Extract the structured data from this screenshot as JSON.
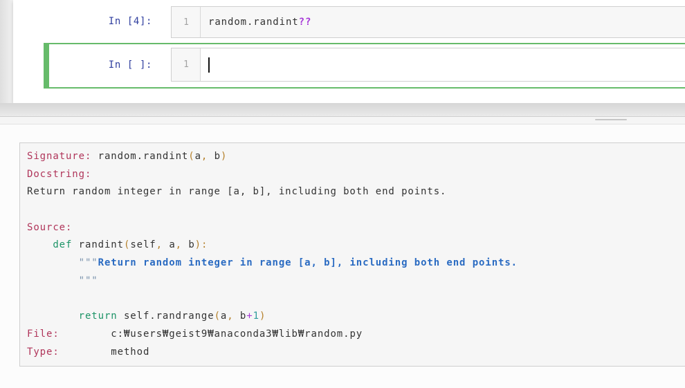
{
  "colors": {
    "default": "#333333",
    "label": "#b0355a",
    "keyword": "#1d9467",
    "docstring": "#2a6bc2",
    "quote": "#7a93ad",
    "punct": "#b5802a",
    "operator": "#a638d6",
    "number": "#2f9c9c",
    "magic": "#a73ad9",
    "prompt": "#303F9F",
    "selected_cell_border": "#66BB6A"
  },
  "notebook": {
    "cells": [
      {
        "prompt": "In [4]:",
        "line_number": "1",
        "selected": false,
        "code_segments": [
          {
            "text": "random.randint",
            "color": "default"
          },
          {
            "text": "??",
            "color": "magic",
            "bold": true
          }
        ]
      },
      {
        "prompt": "In [ ]:",
        "line_number": "1",
        "selected": true,
        "code_segments": []
      }
    ]
  },
  "pager": {
    "lines": [
      [
        {
          "text": "Signature: ",
          "color": "label"
        },
        {
          "text": "random.randint",
          "color": "default"
        },
        {
          "text": "(",
          "color": "punct"
        },
        {
          "text": "a",
          "color": "default"
        },
        {
          "text": ",",
          "color": "punct"
        },
        {
          "text": " b",
          "color": "default"
        },
        {
          "text": ")",
          "color": "punct"
        }
      ],
      [
        {
          "text": "Docstring:",
          "color": "label"
        }
      ],
      [
        {
          "text": "Return random integer in range [a, b], including both end points.",
          "color": "default"
        }
      ],
      [],
      [
        {
          "text": "Source:",
          "color": "label"
        }
      ],
      [
        {
          "text": "    ",
          "color": "default",
          "cls": "w1"
        },
        {
          "text": "def",
          "color": "keyword",
          "cls": "w1"
        },
        {
          "text": " randint",
          "color": "default",
          "cls": "w1"
        },
        {
          "text": "(",
          "color": "punct",
          "cls": "w1"
        },
        {
          "text": "self",
          "color": "default",
          "cls": "w1"
        },
        {
          "text": ",",
          "color": "punct",
          "cls": "w1"
        },
        {
          "text": " a",
          "color": "default",
          "cls": "w1"
        },
        {
          "text": ",",
          "color": "punct",
          "cls": "w1"
        },
        {
          "text": " b",
          "color": "default",
          "cls": "w1"
        },
        {
          "text": "):",
          "color": "punct",
          "cls": "w1"
        }
      ],
      [
        {
          "text": "        ",
          "color": "default",
          "cls": "w1"
        },
        {
          "text": "\"\"\"",
          "color": "quote",
          "cls": "w1"
        },
        {
          "text": "Return random integer in range [a, b], including both end points.",
          "color": "docstring",
          "bold": true,
          "cls": "w2"
        }
      ],
      [
        {
          "text": "        ",
          "color": "default",
          "cls": "w1"
        },
        {
          "text": "\"\"\"",
          "color": "quote",
          "cls": "w1"
        }
      ],
      [],
      [
        {
          "text": "        ",
          "color": "default",
          "cls": "w1"
        },
        {
          "text": "return",
          "color": "keyword",
          "cls": "w1"
        },
        {
          "text": " self.randrange",
          "color": "default",
          "cls": "w1"
        },
        {
          "text": "(",
          "color": "punct",
          "cls": "w1"
        },
        {
          "text": "a",
          "color": "default",
          "cls": "w1"
        },
        {
          "text": ",",
          "color": "punct",
          "cls": "w1"
        },
        {
          "text": " b",
          "color": "default",
          "cls": "w1"
        },
        {
          "text": "+",
          "color": "operator",
          "cls": "w1"
        },
        {
          "text": "1",
          "color": "number",
          "cls": "w1"
        },
        {
          "text": ")",
          "color": "punct",
          "cls": "w1"
        }
      ],
      [
        {
          "text": "File:",
          "color": "label"
        },
        {
          "text": "        ",
          "color": "default"
        },
        {
          "text": "c:₩users₩geist9₩anaconda3₩lib₩random.py",
          "color": "default",
          "cls": "w1"
        }
      ],
      [
        {
          "text": "Type:",
          "color": "label"
        },
        {
          "text": "        ",
          "color": "default"
        },
        {
          "text": "method",
          "color": "default"
        }
      ]
    ]
  }
}
